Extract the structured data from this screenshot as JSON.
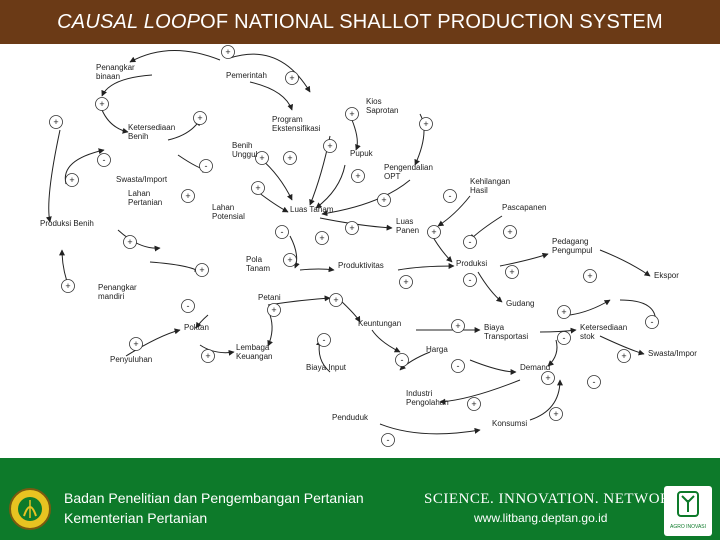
{
  "title": {
    "part1": "CAUSAL LOOP",
    "part2": " OF NATIONAL SHALLOT PRODUCTION SYSTEM"
  },
  "footer": {
    "org_line1": "Badan Penelitian dan Pengembangan Pertanian",
    "org_line2": "Kementerian Pertanian",
    "tagline": "SCIENCE. INNOVATION. NETWORKS",
    "url": "www.litbang.deptan.go.id",
    "agro_label": "AGRO INOVASI"
  },
  "colors": {
    "title_bar": "#6b3a16",
    "footer": "#0d7a2a"
  },
  "diagram": {
    "nodes": [
      {
        "id": "pengangkar_binaan",
        "text": [
          "Penangkar",
          "binaan"
        ]
      },
      {
        "id": "pemerintah",
        "text": [
          "Pemerintah"
        ]
      },
      {
        "id": "kios_saprotan",
        "text": [
          "Kios",
          "Saprotan"
        ]
      },
      {
        "id": "ketersediaan_benih",
        "text": [
          "Ketersediaan",
          "Benih"
        ]
      },
      {
        "id": "program_ekstensifikasi",
        "text": [
          "Program",
          "Ekstensifikasi"
        ]
      },
      {
        "id": "benih_unggul",
        "text": [
          "Benih",
          "Unggul"
        ]
      },
      {
        "id": "pupuk",
        "text": [
          "Pupuk"
        ]
      },
      {
        "id": "pengendalian_opt",
        "text": [
          "Pengendalian",
          "OPT"
        ]
      },
      {
        "id": "swasta_import",
        "text": [
          "Swasta/Import"
        ]
      },
      {
        "id": "lahan_pertanian",
        "text": [
          "Lahan",
          "Pertanian"
        ]
      },
      {
        "id": "lahan_potensial",
        "text": [
          "Lahan",
          "Potensial"
        ]
      },
      {
        "id": "luas_tanam",
        "text": [
          "Luas Tanam"
        ]
      },
      {
        "id": "kehilangan_hasil",
        "text": [
          "Kehilangan",
          "Hasil"
        ]
      },
      {
        "id": "produksi_benih",
        "text": [
          "Produksi Benih"
        ]
      },
      {
        "id": "luas_panen",
        "text": [
          "Luas",
          "Panen"
        ]
      },
      {
        "id": "pascapanen",
        "text": [
          "Pascapanen"
        ]
      },
      {
        "id": "pola_tanam",
        "text": [
          "Pola",
          "Tanam"
        ]
      },
      {
        "id": "produktivitas",
        "text": [
          "Produktivitas"
        ]
      },
      {
        "id": "produksi",
        "text": [
          "Produksi"
        ]
      },
      {
        "id": "pedagang_pengumpul",
        "text": [
          "Pedagang",
          "Pengumpul"
        ]
      },
      {
        "id": "penangkar_mandiri",
        "text": [
          "Penangkar",
          "mandiri"
        ]
      },
      {
        "id": "ekspor",
        "text": [
          "Ekspor"
        ]
      },
      {
        "id": "gudang",
        "text": [
          "Gudang"
        ]
      },
      {
        "id": "petani",
        "text": [
          "Petani"
        ]
      },
      {
        "id": "poktan",
        "text": [
          "Poktan"
        ]
      },
      {
        "id": "keuntungan",
        "text": [
          "Keuntungan"
        ]
      },
      {
        "id": "biaya_transportasi",
        "text": [
          "Biaya",
          "Transportasi"
        ]
      },
      {
        "id": "ketersediaan_stok",
        "text": [
          "Ketersediaan",
          "stok"
        ]
      },
      {
        "id": "penyuluhan",
        "text": [
          "Penyuluhan"
        ]
      },
      {
        "id": "lembaga_keuangan",
        "text": [
          "Lembaga",
          "Keuangan"
        ]
      },
      {
        "id": "harga",
        "text": [
          "Harga"
        ]
      },
      {
        "id": "swasta_impor",
        "text": [
          "Swasta/Impor"
        ]
      },
      {
        "id": "biaya_input",
        "text": [
          "Biaya Input"
        ]
      },
      {
        "id": "demand",
        "text": [
          "Demand"
        ]
      },
      {
        "id": "industri_pengolahan",
        "text": [
          "Industri",
          "Pengolahan"
        ]
      },
      {
        "id": "penduduk",
        "text": [
          "Penduduk"
        ]
      },
      {
        "id": "konsumsi",
        "text": [
          "Konsumsi"
        ]
      }
    ]
  }
}
